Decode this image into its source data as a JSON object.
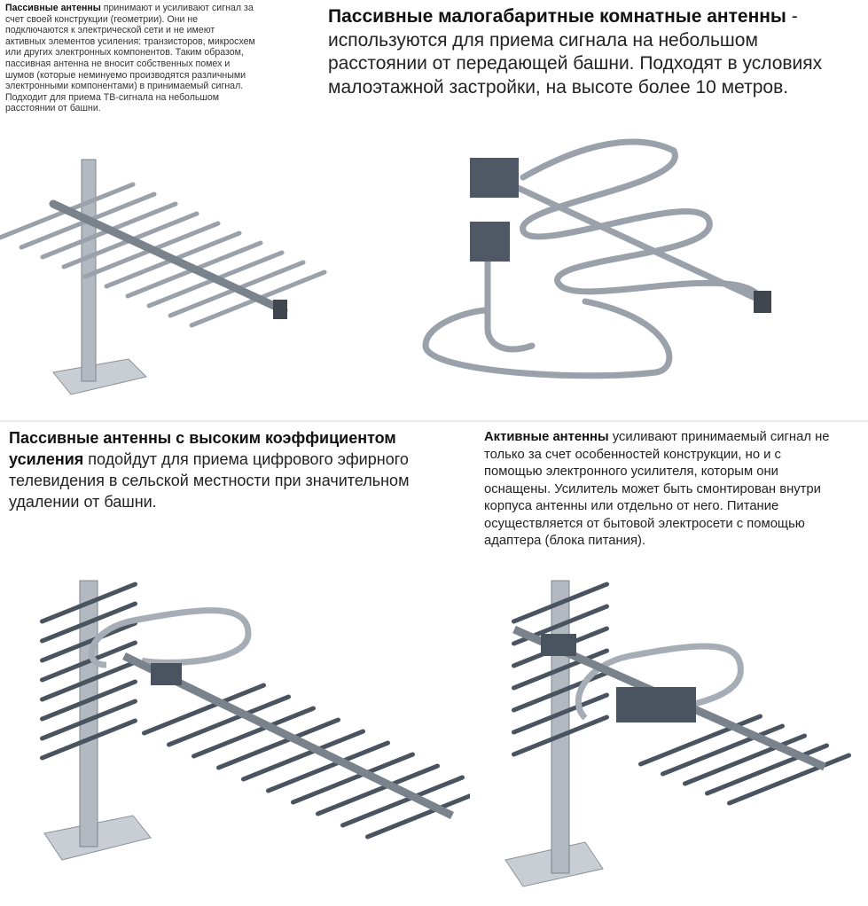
{
  "panels": [
    {
      "title": "Пассивные антенны",
      "body": " принимают и усиливают сигнал за\nсчет своей конструкции (геометрии). Они не\nподключаются к электрической сети и не имеют\nактивных элементов усиления: транзисторов, микросхем\nили других электронных компонентов. Таким образом,\nпассивная антенна не вносит собственных помех и\nшумов (которые неминуемо производятся различными\nэлектронными компонентами) в принимаемый сигнал.\nПодходит для приема ТВ-сигнала на небольшом\nрасстоянии от башни."
    },
    {
      "title": "Пассивные малогабитные комнатные антенны",
      "body": " -\nиспользуются для приема сигнала на небольшом\nрасстоянии от передающей башни. Подходят в условиях\nмалоэтажной застройки, на высоте более 10 метров."
    },
    {
      "title": "Пассивные антенны с высоким коэффициентом\nусиления",
      "body": " подойдут для приема цифрового эфирного\nтелевидения в сельской местности при значительном\nудалении от башни."
    },
    {
      "title": "Активные антенны",
      "body": " усиливают принимаемый сигнал не\nтолько за счет особенностей конструкции, но и с\nпомощью электронного усилителя, которым они\nоснащены. Усилитель может быть смонтирован внутри\nкорпуса антенны или отдельно от него. Питание\nосуществляется от бытовой электросети с помощью\nадаптера (блока питания)."
    }
  ],
  "colors": {
    "metal": "#a7adb6",
    "dark": "#4a5360",
    "text": "#222222"
  }
}
